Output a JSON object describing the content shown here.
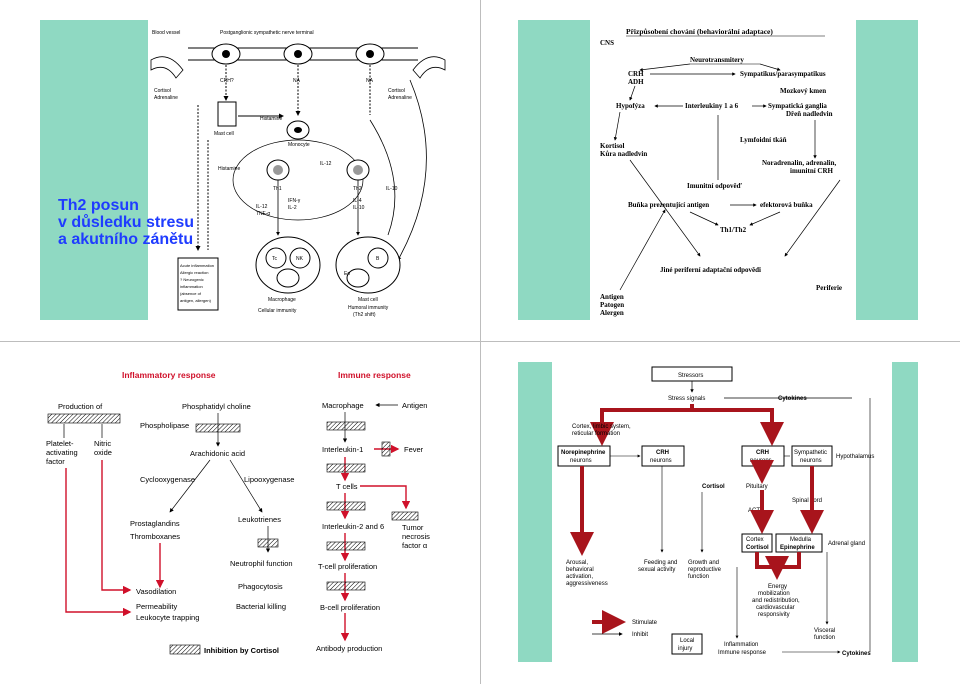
{
  "slide1": {
    "title_lines": [
      "Th2 posun",
      "v důsledku stresu",
      "a akutního zánětu"
    ],
    "labels": {
      "blood_vessel": "Blood vessel",
      "nerve_terminal": "Postganglionic sympathetic nerve terminal",
      "crh": "CRH?",
      "na1": "NA",
      "na2": "NA",
      "cortisol_left": "Cortisol",
      "adrenaline_left": "Adrenaline",
      "cortisol_right": "Cortisol",
      "adrenaline_right": "Adrenaline",
      "mast_cell": "Mast cell",
      "histamine1": "Histamine",
      "histamine2": "Histamine",
      "monocyte": "Monocyte",
      "il12_top": "IL-12",
      "th1": "Th1",
      "th2": "Th2",
      "il12_tnf": "IL-12",
      "tnf": "TNF-α",
      "ifn": "IFN-γ",
      "il2": "IL-2",
      "il4": "IL-4",
      "il10a": "IL-10",
      "il10b": "IL-10",
      "tc": "Tc",
      "nk": "NK",
      "b": "B",
      "eo": "Eo",
      "macrophage": "Macrophage",
      "mast_cell2": "Mast cell",
      "cellular": "Cellular immunity",
      "humoral": "Humoral immunity",
      "humoral2": "(Th2 shift)",
      "box_lines": [
        "Acute inflammation",
        "Allergic reaction",
        "? Neurogenic",
        "inflammation",
        "(absence of",
        "antigen, allergen)"
      ]
    }
  },
  "slide2": {
    "header": "Přizpůsobení chování (behaviorální adaptace)",
    "cns": "CNS",
    "neurotransmitery": "Neurotransmitery",
    "crh": "CRH",
    "adh": "ADH",
    "symp": "Sympatikus/parasympatikus",
    "mozkovy": "Mozkový kmen",
    "hypofyza": "Hypofýza",
    "interleukiny": "Interleukiny 1 a 6",
    "ganglia": "Sympatická ganglia",
    "dren": "Dřeň nadledvin",
    "lymfoidni": "Lymfoidní tkáň",
    "kortisol": "Kortisol",
    "kura": "Kůra nadledvin",
    "noradrenalin": "Noradrenalin, adrenalin,",
    "imunitni_crh": "imunitní CRH",
    "imunitni_odpoved": "Imunitní odpověď",
    "bunka_ag": "Buňka prezentující antigen",
    "efektor": "efektorová buňka",
    "th1th2": "Th1/Th2",
    "jine": "Jiné periferní adaptační odpovědi",
    "periferie": "Periferie",
    "antigen": "Antigen",
    "patogen": "Patogen",
    "alergen": "Alergen"
  },
  "slide3": {
    "inflammatory": "Inflammatory response",
    "immune": "Immune response",
    "production_of": "Production of",
    "phosphatidyl": "Phosphatidyl choline",
    "phospholipase": "Phospholipase",
    "platelet": [
      "Platelet-",
      "activating",
      "factor"
    ],
    "nitric": [
      "Nitric",
      "oxide"
    ],
    "arachidonic": "Arachidonic acid",
    "cyclooxygenase": "Cyclooxygenase",
    "lipooxygenase": "Lipooxygenase",
    "prostaglandins": "Prostaglandins",
    "thromboxanes": "Thromboxanes",
    "leukotrienes": "Leukotrienes",
    "neutrophil": "Neutrophil function",
    "phagocytosis": "Phagocytosis",
    "bacterial": "Bacterial killing",
    "vasodilation": "Vasodilation",
    "permeability": "Permeability",
    "leukocyte": "Leukocyte trapping",
    "macrophage": "Macrophage",
    "antigen": "Antigen",
    "il1": "Interleukin-1",
    "fever": "Fever",
    "tcells": "T cells",
    "il26": "Interleukin-2 and 6",
    "tnf": [
      "Tumor",
      "necrosis",
      "factor α"
    ],
    "tprolif": "T-cell proliferation",
    "bprolif": "B-cell proliferation",
    "antibody": "Antibody production",
    "legend": "Inhibition by Cortisol"
  },
  "slide4": {
    "stressors": "Stressors",
    "stress_signals": "Stress signals",
    "cytokines_top": "Cytokines",
    "cortex": [
      "Cortex, limbic system,",
      "reticular formation"
    ],
    "norepinephrine": [
      "Norepinephrine",
      "neurons"
    ],
    "crh_left": [
      "CRH",
      "neurons"
    ],
    "crh_right": [
      "CRH",
      "neurons"
    ],
    "sympathetic": [
      "Sympathetic",
      "neurons"
    ],
    "hypothalamus": "Hypothalamus",
    "cortisol": "Cortisol",
    "pituitary": "Pituitary",
    "acth": "ACTH",
    "spinal": "Spinal cord",
    "cortex_adrenal": [
      "Cortex",
      "Cortisol"
    ],
    "medulla": [
      "Medulla",
      "Epinephrine"
    ],
    "adrenal": "Adrenal gland",
    "arousal": [
      "Arousal,",
      "behavioral",
      "activation,",
      "aggressiveness"
    ],
    "feeding": [
      "Feeding and",
      "sexual activity"
    ],
    "growth": [
      "Growth and",
      "reproductive",
      "function"
    ],
    "energy": [
      "Energy",
      "mobilization",
      "and redistribution,",
      "cardiovascular",
      "responsivity"
    ],
    "stimulate": "Stimulate",
    "inhibit": "Inhibit",
    "local_injury": [
      "Local",
      "injury"
    ],
    "visceral": [
      "Visceral",
      "function"
    ],
    "inflammation": [
      "Inflammation",
      "Immune response"
    ],
    "cytokines_bottom": "Cytokines"
  },
  "colors": {
    "band": "#8fd9c2",
    "title": "#1f3cff",
    "inflammatory_red": "#d0102a",
    "dark_red": "#a8141c"
  }
}
